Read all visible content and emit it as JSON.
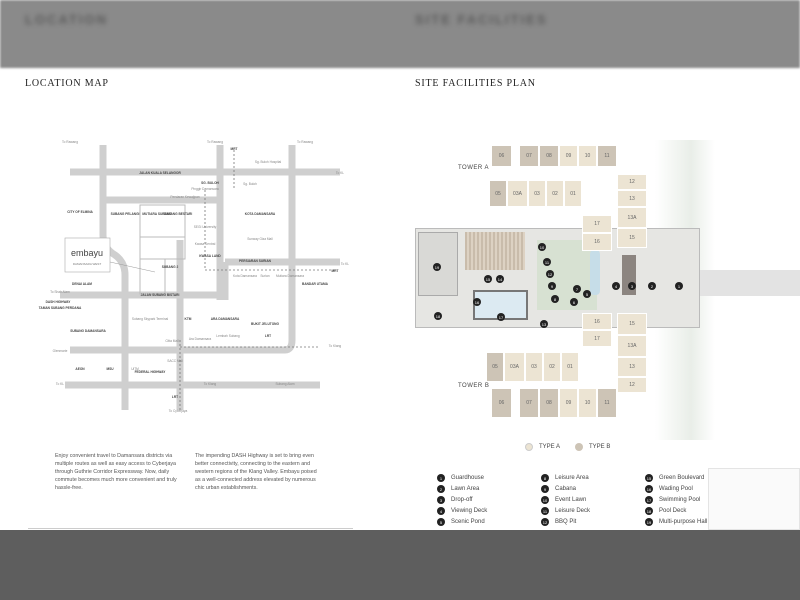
{
  "top_bar": {
    "left_title": "LOCATION",
    "right_title": "SITE FACILITIES"
  },
  "location": {
    "title": "LOCATION MAP",
    "logo": {
      "name": "embayu",
      "sub": "DAMANSARA WEST"
    },
    "labels": [
      "To Rawang",
      "To Rawang",
      "To Rawang",
      "JALAN KUALA SELANGOR",
      "To KL",
      "SG. BULOH",
      "Sg. Buloh Hospital",
      "MRT",
      "Sg. Buloh",
      "Persiaran Kewajipan",
      "Pinggir Damansara",
      "CITY OF ELMINA",
      "SUBANG PELANGI",
      "MUTIARA SUBANG",
      "SUBANG BESTARI",
      "KOTA DAMANSARA",
      "SEGI University",
      "Sunway Giza Mall",
      "Kwasa Sentral",
      "KWASA LAND",
      "DENAI ALAM",
      "SUBANG 2",
      "PERSIARAN SURIAN",
      "To KL",
      "MRT",
      "Kota Damansara",
      "Surian",
      "Mutiara Damansara",
      "BANDAR UTAMA",
      "JALAN SUBANG BISTARI",
      "To Shah Alam",
      "DASH HIGHWAY",
      "TAMAN SUBANG PERDANA",
      "Subang Skypark Terminal",
      "KTM",
      "ARA DAMANSARA",
      "BUKIT JELUTONG",
      "SUBANG DAMANSARA",
      "Citta Mall",
      "Ara Damansara",
      "Lembah Subang",
      "LRT",
      "To Klang",
      "Glenmarie",
      "SACC Mall",
      "AEON",
      "MSU",
      "UiTM",
      "FEDERAL HIGHWAY",
      "To Klang",
      "To KL",
      "Subang Alam",
      "LRT",
      "To Cyberjaya"
    ],
    "para1": "Enjoy convenient travel to Damansara districts via multiple routes as well as easy access to Cyberjaya through Guthrie Corridor Expressway. Now, daily commute becomes much more convenient and truly hassle-free.",
    "para2": "The impending DASH Highway is set to bring even better connectivity, connecting to the eastern and western regions of the Klang Valley. Embayu poised as a well-connected address elevated by numerous chic urban establishments."
  },
  "site": {
    "title": "SITE FACILITIES PLAN",
    "tower_a": "TOWER A",
    "tower_b": "TOWER B",
    "units_a_top": [
      "06",
      "07",
      "08",
      "09",
      "10",
      "11"
    ],
    "units_a_mid": [
      "05",
      "03A",
      "03",
      "02",
      "01"
    ],
    "units_a_right": [
      "12",
      "13",
      "13A",
      "15"
    ],
    "units_a_inner": [
      "17",
      "16"
    ],
    "units_b_inner": [
      "16",
      "17"
    ],
    "units_b_right": [
      "15",
      "13A",
      "13",
      "12"
    ],
    "units_b_mid": [
      "05",
      "03A",
      "03",
      "02",
      "01"
    ],
    "units_b_bot": [
      "06",
      "07",
      "08",
      "09",
      "10",
      "11"
    ],
    "markers": [
      "1",
      "2",
      "3",
      "4",
      "5",
      "6",
      "7",
      "8",
      "9",
      "10",
      "11",
      "12",
      "13",
      "14",
      "15",
      "16",
      "17",
      "18",
      "19"
    ],
    "types": {
      "a": "TYPE A",
      "b": "TYPE B"
    },
    "colors": {
      "type_a": "#ece4d3",
      "type_b": "#cdc4b6"
    },
    "legend": [
      {
        "n": "1",
        "label": "Guardhouse"
      },
      {
        "n": "2",
        "label": "Lawn Area"
      },
      {
        "n": "3",
        "label": "Drop-off"
      },
      {
        "n": "4",
        "label": "Viewing Deck"
      },
      {
        "n": "5",
        "label": "Scenic Pond"
      },
      {
        "n": "8",
        "label": "Leisure Area"
      },
      {
        "n": "9",
        "label": "Cabana"
      },
      {
        "n": "10",
        "label": "Event Lawn"
      },
      {
        "n": "11",
        "label": "Leisure Deck"
      },
      {
        "n": "12",
        "label": "BBQ Pit"
      },
      {
        "n": "15",
        "label": "Green Boulevard"
      },
      {
        "n": "16",
        "label": "Wading Pool"
      },
      {
        "n": "17",
        "label": "Swimming Pool"
      },
      {
        "n": "18",
        "label": "Pool Deck"
      },
      {
        "n": "19",
        "label": "Multi-purpose Hall"
      }
    ]
  }
}
